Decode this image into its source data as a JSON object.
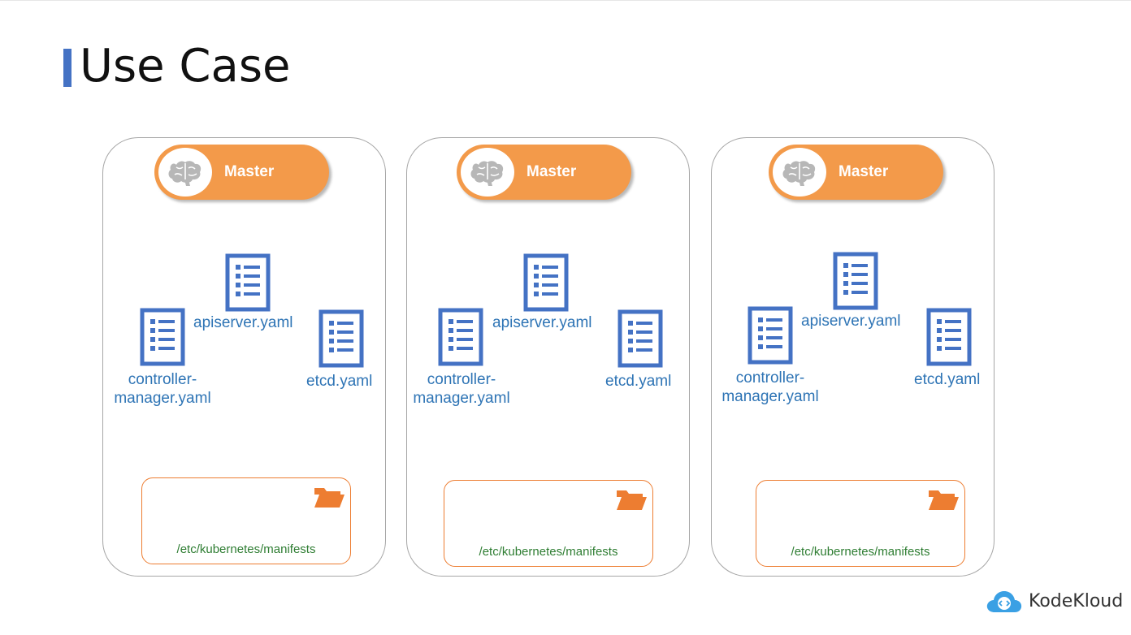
{
  "title": "Use Case",
  "nodes": [
    {
      "master_label": "Master",
      "files": {
        "apiserver": "apiserver.yaml",
        "controller_line1": "controller-",
        "controller_line2": "manager.yaml",
        "etcd": "etcd.yaml"
      },
      "folder_path": "/etc/kubernetes/manifests"
    },
    {
      "master_label": "Master",
      "files": {
        "apiserver": "apiserver.yaml",
        "controller_line1": "controller-",
        "controller_line2": "manager.yaml",
        "etcd": "etcd.yaml"
      },
      "folder_path": "/etc/kubernetes/manifests"
    },
    {
      "master_label": "Master",
      "files": {
        "apiserver": "apiserver.yaml",
        "controller_line1": "controller-",
        "controller_line2": "manager.yaml",
        "etcd": "etcd.yaml"
      },
      "folder_path": "/etc/kubernetes/manifests"
    }
  ],
  "brand": {
    "name": "KodeKloud",
    "icon": "cloud-code-icon"
  },
  "icons": {
    "master": "brain-icon",
    "file": "document-list-icon",
    "folder": "folder-open-icon"
  },
  "colors": {
    "accent_bar": "#4472c4",
    "master_fill": "#f39a4a",
    "file_icon": "#4472c4",
    "file_label": "#2e74b5",
    "folder_border": "#ed7d31",
    "folder_path": "#2e7d32",
    "node_border": "#a6a6a6"
  }
}
